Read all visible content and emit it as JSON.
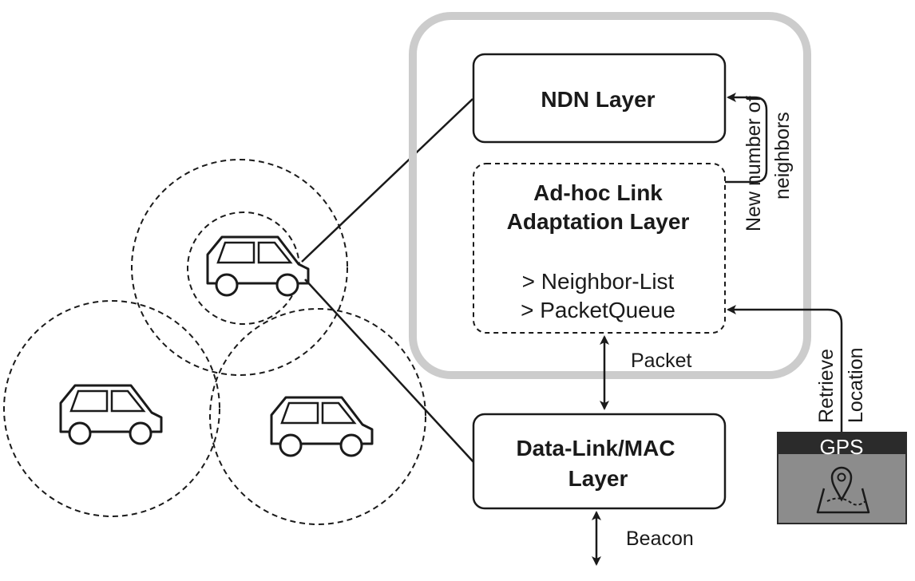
{
  "ndn_layer": {
    "label": "NDN Layer"
  },
  "adhoc_layer": {
    "title_line1": "Ad-hoc Link",
    "title_line2": "Adaptation Layer",
    "item1": "> Neighbor-List",
    "item2": "> PacketQueue"
  },
  "mac_layer": {
    "line1": "Data-Link/MAC",
    "line2": "Layer"
  },
  "arrows": {
    "packet": "Packet",
    "beacon": "Beacon",
    "neighbors_line1": "New number of",
    "neighbors_line2": "neighbors",
    "location_line1": "Retrieve",
    "location_line2": "Location"
  },
  "gps": {
    "label": "GPS",
    "icon": "map-pin-icon"
  },
  "colors": {
    "stack_border": "#cccccc",
    "gps_header": "#2b2b2b",
    "gps_body": "#8c8c8c",
    "stroke": "#1a1a1a"
  }
}
